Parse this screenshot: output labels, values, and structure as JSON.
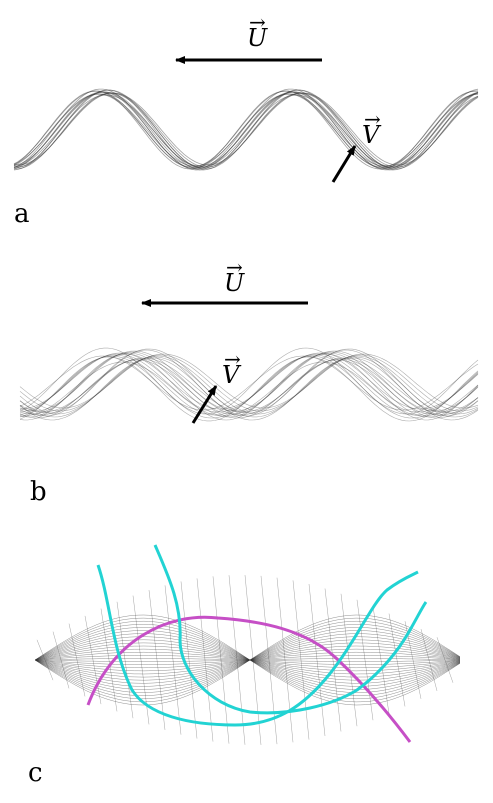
{
  "panels": [
    {
      "label": "a",
      "vector_u": "U",
      "vector_v": "V"
    },
    {
      "label": "b",
      "vector_u": "U",
      "vector_v": "V"
    },
    {
      "label": "c"
    }
  ],
  "colors": {
    "strands": "#333333",
    "cyan_curve": "#22d3d3",
    "magenta_curve": "#c64fc6",
    "arrow": "#000000"
  }
}
